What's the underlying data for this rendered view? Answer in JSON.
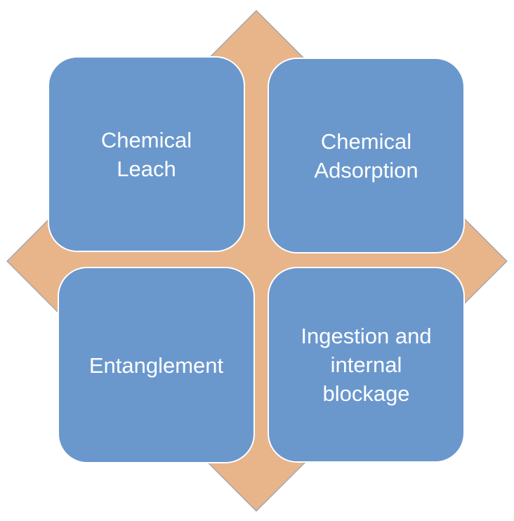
{
  "colors": {
    "diamond": "#E8B48A",
    "diamond_edge": "#8A9BB0",
    "box": "#6A98CD",
    "text": "#FFFFFF"
  },
  "quadrants": [
    {
      "label": "Chemical\nLeach"
    },
    {
      "label": "Chemical\nAdsorption"
    },
    {
      "label": "Entanglement"
    },
    {
      "label": "Ingestion and\ninternal\nblockage"
    }
  ]
}
